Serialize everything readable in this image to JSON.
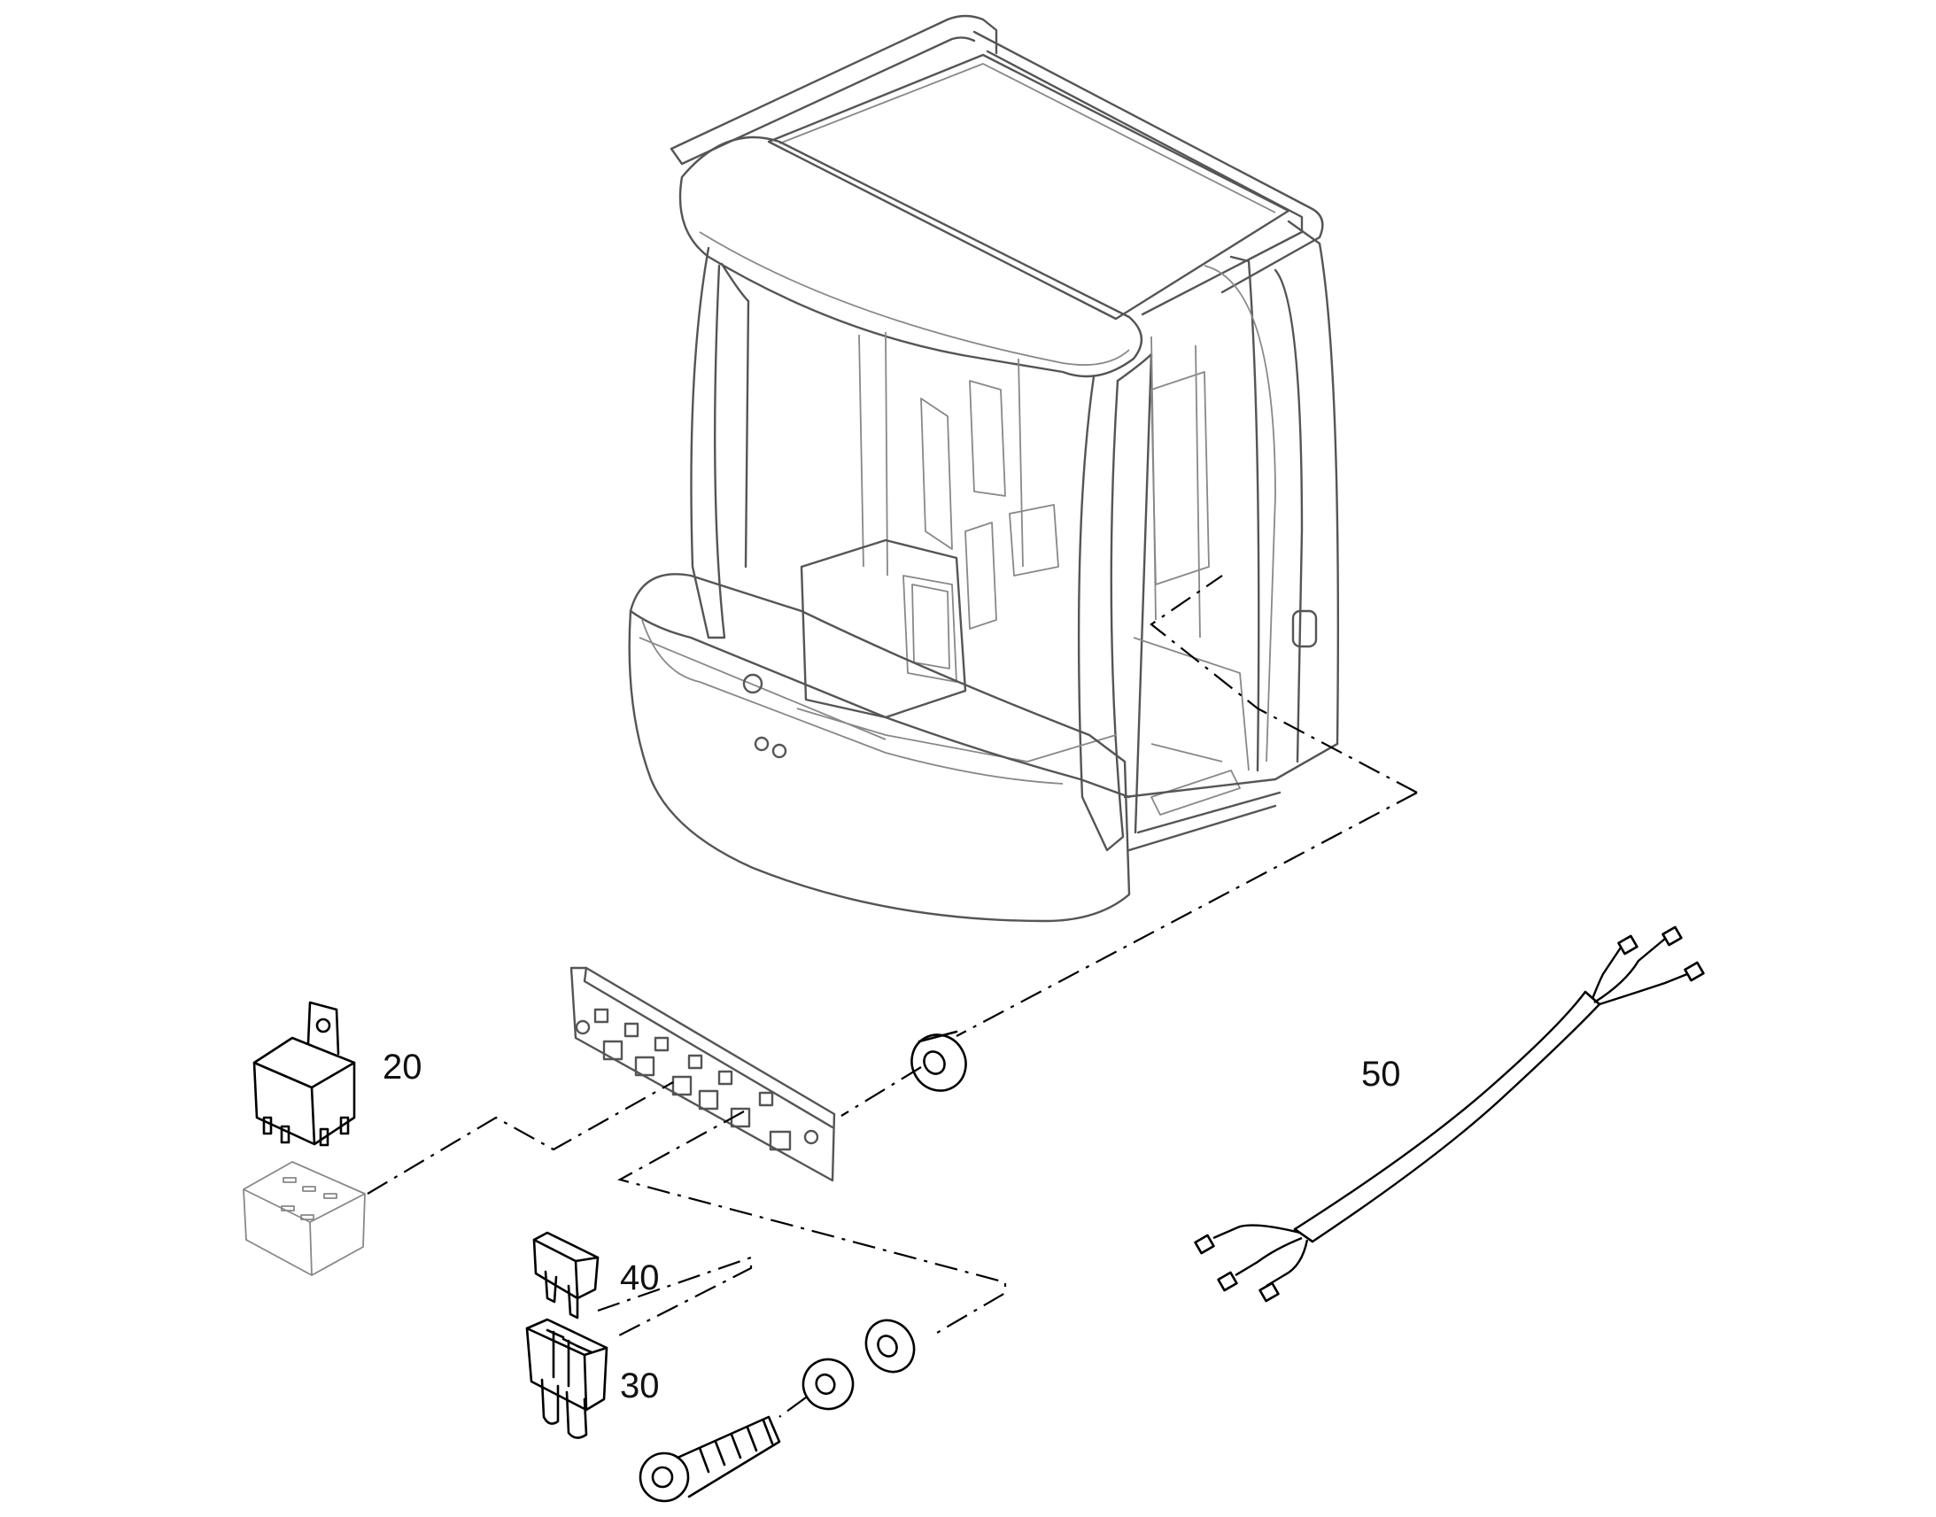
{
  "diagram": {
    "parts": [
      {
        "id": "relay",
        "callout": "20"
      },
      {
        "id": "fuse-holder",
        "callout": "30"
      },
      {
        "id": "blade-fuse",
        "callout": "40"
      },
      {
        "id": "wiring-harness",
        "callout": "50"
      }
    ]
  }
}
